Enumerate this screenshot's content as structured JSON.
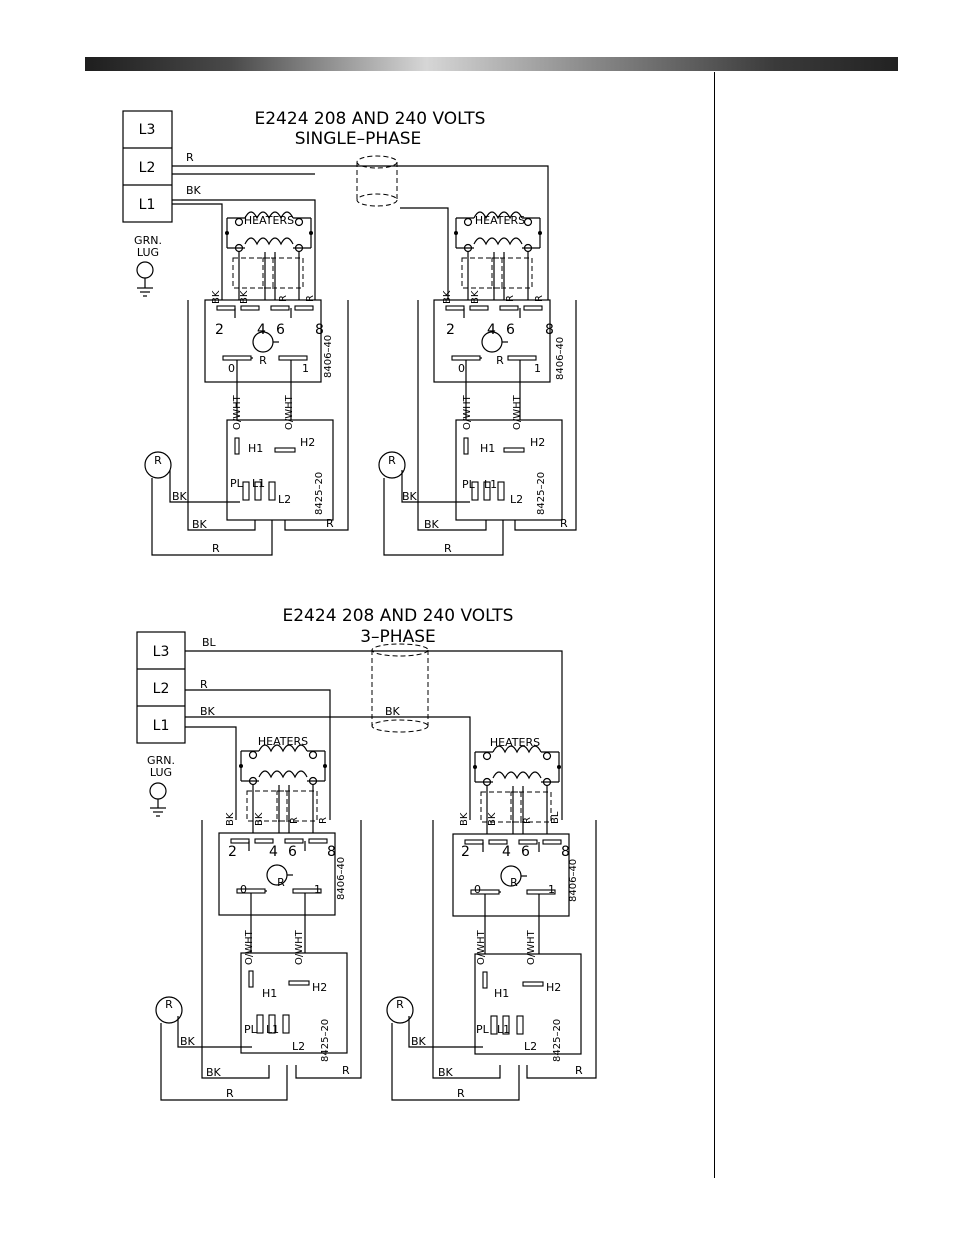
{
  "diagram1": {
    "title_line1": "E2424  208 AND 240 VOLTS",
    "title_line2": "SINGLE–PHASE",
    "supply": [
      "L3",
      "L2",
      "L1"
    ],
    "wire_r": "R",
    "wire_bk": "BK",
    "ground": [
      "GRN.",
      "LUG"
    ]
  },
  "diagram2": {
    "title_line1": "E2424  208 AND 240 VOLTS",
    "title_line2": "3–PHASE",
    "supply": [
      "L3",
      "L2",
      "L1"
    ],
    "wire_bl": "BL",
    "wire_r": "R",
    "wire_bk": "BK",
    "ground": [
      "GRN.",
      "LUG"
    ]
  },
  "unit": {
    "heaters": "HEATERS",
    "top_labels": [
      "BK",
      "BK",
      "R",
      "R",
      "BL"
    ],
    "contactor_terms": [
      "2",
      "4",
      "6",
      "8"
    ],
    "contactor_model": "8406–40",
    "coil": "R",
    "coil_terms": [
      "0",
      "1"
    ],
    "lead": "O/WHT",
    "switch_terms": [
      "H1",
      "H2",
      "PL",
      "L1",
      "L2"
    ],
    "switch_model": "8425–20",
    "lamp": "R",
    "wires": {
      "bk": "BK",
      "r": "R"
    }
  }
}
